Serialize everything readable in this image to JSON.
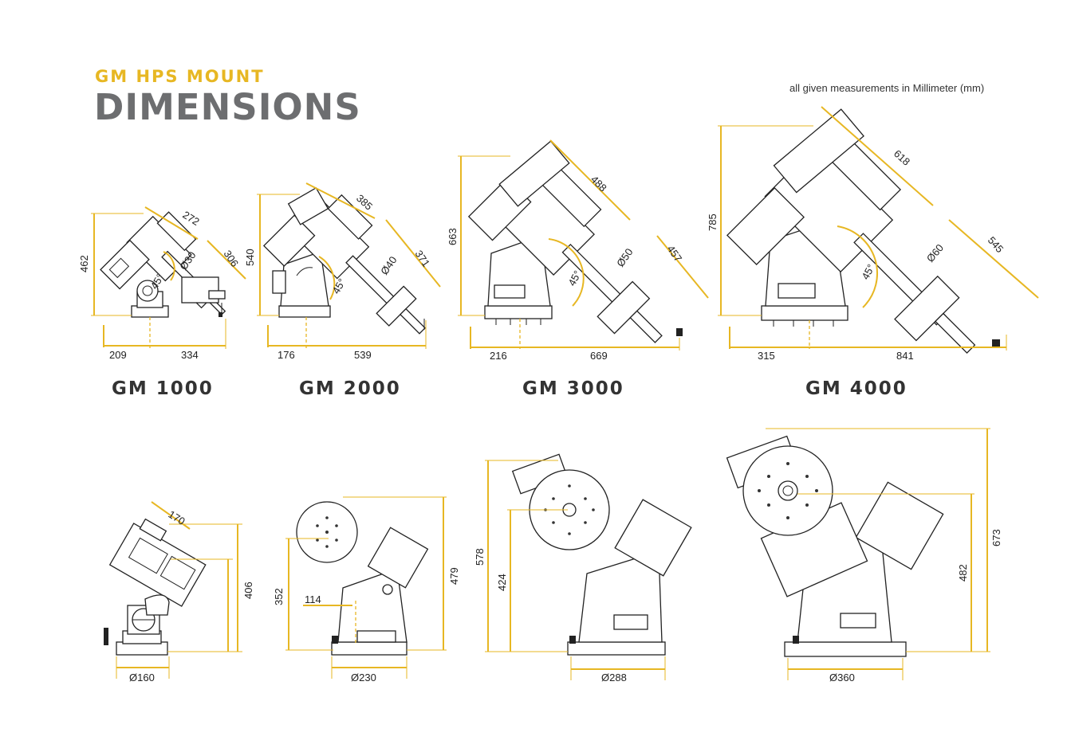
{
  "header": {
    "subtitle": "GM HPS MOUNT",
    "title": "DIMENSIONS",
    "note": "all given measurements in Millimeter (mm)"
  },
  "colors": {
    "accent": "#e7b723",
    "title_gray": "#6d6e70",
    "line": "#222222"
  },
  "side_views": [
    {
      "model": "GM 1000",
      "height": "462",
      "top_length": "272",
      "diagonal": "306",
      "axis_diameter": "Ø30",
      "angle": "45°",
      "base_left": "209",
      "base_right": "334"
    },
    {
      "model": "GM 2000",
      "height": "540",
      "top_length": "385",
      "diagonal": "371",
      "axis_diameter": "Ø40",
      "angle": "45°",
      "base_left": "176",
      "base_right": "539"
    },
    {
      "model": "GM 3000",
      "height": "663",
      "top_length": "488",
      "diagonal": "457",
      "axis_diameter": "Ø50",
      "angle": "45°",
      "base_left": "216",
      "base_right": "669"
    },
    {
      "model": "GM 4000",
      "height": "785",
      "top_length": "618",
      "diagonal": "545",
      "axis_diameter": "Ø60",
      "angle": "45°",
      "base_left": "315",
      "base_right": "841"
    }
  ],
  "front_views": [
    {
      "base_diameter": "Ø160",
      "top_length": "170",
      "height": "406"
    },
    {
      "base_diameter": "Ø230",
      "height_inner": "352",
      "offset": "114",
      "height": "479"
    },
    {
      "base_diameter": "Ø288",
      "height_outer": "578",
      "height_inner": "424"
    },
    {
      "base_diameter": "Ø360",
      "height_inner": "482",
      "height": "673"
    }
  ]
}
